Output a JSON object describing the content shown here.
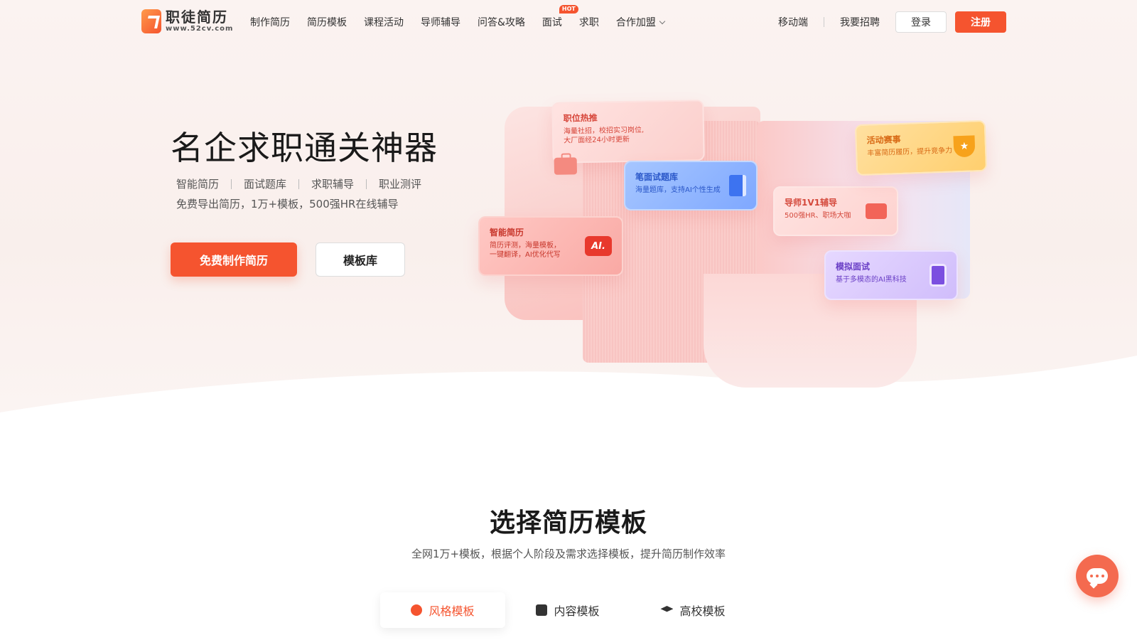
{
  "brand": {
    "name": "职徒简历",
    "url": "www.52cv.com",
    "accent": "#f5542f"
  },
  "nav": {
    "links": [
      "制作简历",
      "简历模板",
      "课程活动",
      "导师辅导",
      "问答&攻略",
      "面试",
      "求职",
      "合作加盟"
    ],
    "hot_badge": "HOT",
    "mobile": "移动端",
    "recruit": "我要招聘",
    "login": "登录",
    "register": "注册"
  },
  "hero": {
    "title": "名企求职通关神器",
    "tags": [
      "智能简历",
      "面试题库",
      "求职辅导",
      "职业测评"
    ],
    "subtitle": "免费导出简历，1万+模板，500强HR在线辅导",
    "cta_primary": "免费制作简历",
    "cta_secondary": "模板库"
  },
  "cards": {
    "hot": {
      "title": "职位热推",
      "desc1": "海量社招，校招实习岗位,",
      "desc2": "大厂面经24小时更新"
    },
    "exam": {
      "title": "笔面试题库",
      "desc": "海量题库，支持AI个性生成"
    },
    "ai": {
      "title": "智能简历",
      "desc1": "简历评测，海量模板，",
      "desc2": "一键翻译，AI优化代写",
      "icon_text": "AI."
    },
    "mentor": {
      "title": "导师1V1辅导",
      "desc": "500强HR、职场大咖"
    },
    "event": {
      "title": "活动赛事",
      "desc": "丰富简历履历，提升竞争力"
    },
    "mock": {
      "title": "模拟面试",
      "desc": "基于多模态的AI黑科技"
    }
  },
  "section": {
    "title": "选择简历模板",
    "subtitle": "全网1万+模板，根据个人阶段及需求选择模板，提升简历制作效率",
    "tabs": [
      {
        "label": "风格模板",
        "icon": "palette-icon"
      },
      {
        "label": "内容模板",
        "icon": "content-icon"
      },
      {
        "label": "高校模板",
        "icon": "graduation-cap-icon"
      }
    ]
  }
}
